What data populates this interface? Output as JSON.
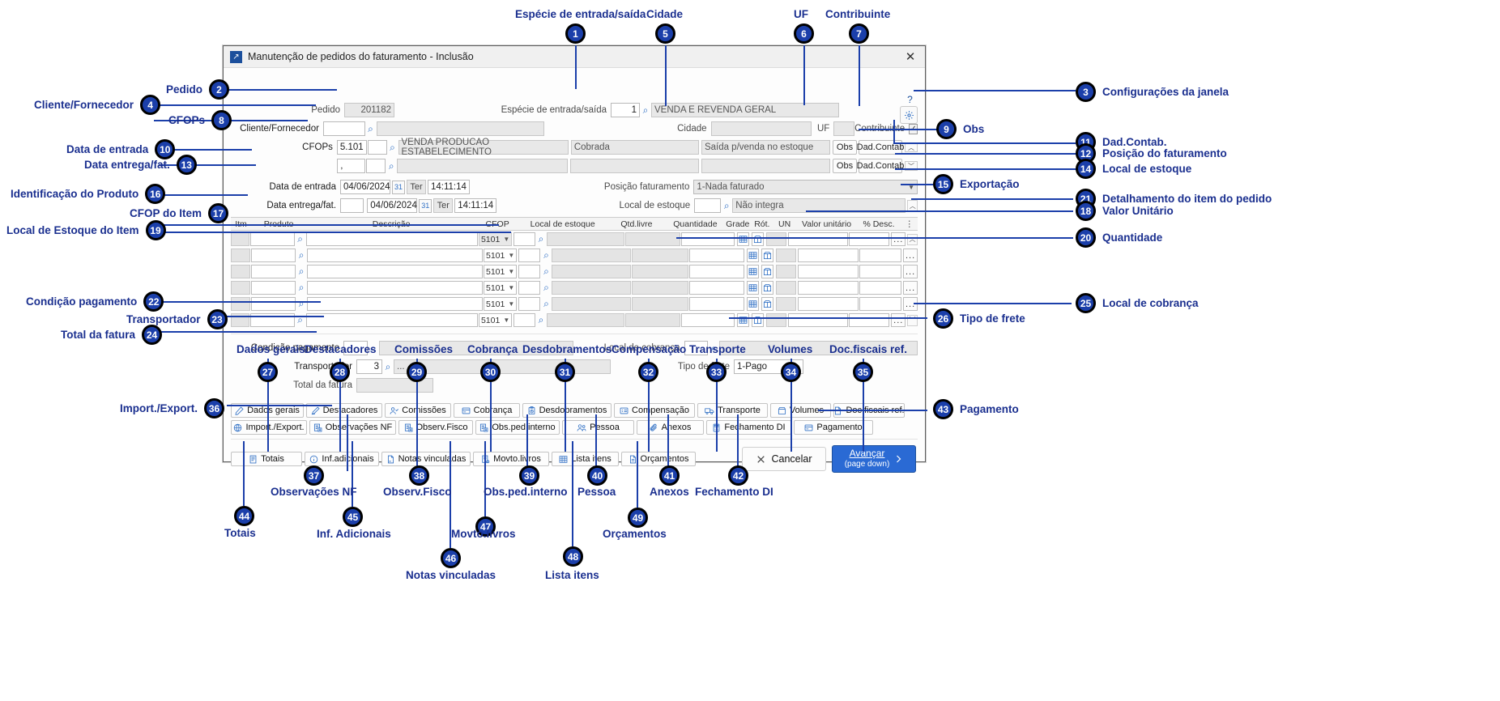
{
  "window": {
    "title": "Manutenção de pedidos do faturamento - Inclusão",
    "icon": "maximize-restore-icon",
    "close": "✕",
    "help_icon": "?",
    "gear_icon": "gear-icon"
  },
  "form": {
    "pedido_label": "Pedido",
    "pedido_value": "201182",
    "cliente_label": "Cliente/Fornecedor",
    "cliente_code": "",
    "cliente_desc": "",
    "cfops_label": "CFOPs",
    "cfop1_code": "5.101",
    "cfop1_sub": "",
    "cfop1_desc": "VENDA PRODUCAO ESTABELECIMENTO",
    "cfop1_mid": "Cobrada",
    "cfop1_right": "Saída p/venda no estoque",
    "cfop2_code": ",",
    "cfop2_sub": "",
    "cfop2_desc": "",
    "cfop2_mid": "",
    "cfop2_right": "",
    "obs_btn": "Obs",
    "dadcontab_btn": "Dad.Contab",
    "data_entrada_label": "Data de entrada",
    "data_entrada_value": "04/06/2024",
    "data_entrada_dow": "Ter",
    "data_entrada_time": "14:11:14",
    "data_entrega_label": "Data entrega/fat.",
    "data_entrega_extra": "",
    "data_entrega_value": "04/06/2024",
    "data_entrega_dow": "Ter",
    "data_entrega_time": "14:11:14",
    "especie_label": "Espécie de entrada/saída",
    "especie_code": "1",
    "especie_desc": "VENDA E REVENDA GERAL",
    "cidade_label": "Cidade",
    "cidade_value": "",
    "uf_label": "UF",
    "uf_value": "",
    "contribuinte_label": "Contribuinte",
    "contribuinte_checked": "✓",
    "posicao_label": "Posição faturamento",
    "posicao_value": "1-Nada faturado",
    "local_estoque_label": "Local de estoque",
    "local_estoque_code": "",
    "local_estoque_desc": "Não integra"
  },
  "grid": {
    "columns": [
      "Itm",
      "Produto",
      "Descrição",
      "CFOP",
      "Local de estoque",
      "Qtd.livre",
      "Quantidade",
      "Grade",
      "Rót.",
      "UN",
      "Valor unitário",
      "% Desc."
    ],
    "cfop_value": "5101",
    "dots": "...",
    "rows": [
      {
        "itm": "",
        "produto": "",
        "descricao": "",
        "cfop": "5101",
        "cfop_ro": true,
        "local": "",
        "local_desc": "",
        "qtdlivre": "",
        "quantidade": "",
        "un": "",
        "valor": "",
        "desc": ""
      },
      {
        "itm": "",
        "produto": "",
        "descricao": "",
        "cfop": "5101",
        "cfop_ro": false,
        "local": "",
        "local_desc": "",
        "qtdlivre": "",
        "quantidade": "",
        "un": "",
        "valor": "",
        "desc": ""
      },
      {
        "itm": "",
        "produto": "",
        "descricao": "",
        "cfop": "5101",
        "cfop_ro": false,
        "local": "",
        "local_desc": "",
        "qtdlivre": "",
        "quantidade": "",
        "un": "",
        "valor": "",
        "desc": ""
      },
      {
        "itm": "",
        "produto": "",
        "descricao": "",
        "cfop": "5101",
        "cfop_ro": false,
        "local": "",
        "local_desc": "",
        "qtdlivre": "",
        "quantidade": "",
        "un": "",
        "valor": "",
        "desc": ""
      },
      {
        "itm": "",
        "produto": "",
        "descricao": "",
        "cfop": "5101",
        "cfop_ro": false,
        "local": "",
        "local_desc": "",
        "qtdlivre": "",
        "quantidade": "",
        "un": "",
        "valor": "",
        "desc": ""
      },
      {
        "itm": "",
        "produto": "",
        "descricao": "",
        "cfop": "5101",
        "cfop_ro": false,
        "local": "",
        "local_desc": "",
        "qtdlivre": "",
        "quantidade": "",
        "un": "",
        "valor": "",
        "desc": ""
      }
    ]
  },
  "bottom_form": {
    "condicao_label": "Condição pagamento",
    "condicao_code": "",
    "condicao_desc": "",
    "transportador_label": "Transportador",
    "transportador_code": "3",
    "transportador_desc": "...",
    "total_label": "Total da fatura",
    "total_value": "",
    "local_cobranca_label": "Local de cobrança",
    "local_cobranca_code": "",
    "local_cobranca_desc": "",
    "tipo_frete_label": "Tipo de frete",
    "tipo_frete_value": "1-Pago"
  },
  "toolbar_row1": [
    {
      "label": "Dados gerais",
      "icon": "pencil-icon"
    },
    {
      "label": "Destacadores",
      "icon": "highlighter-icon"
    },
    {
      "label": "Comissões",
      "icon": "user-check-icon"
    },
    {
      "label": "Cobrança",
      "icon": "card-icon"
    },
    {
      "label": "Desdobramentos",
      "icon": "clipboard-clock-icon"
    },
    {
      "label": "Compensação",
      "icon": "money-list-icon"
    },
    {
      "label": "Transporte",
      "icon": "truck-icon"
    },
    {
      "label": "Volumes",
      "icon": "box-icon"
    },
    {
      "label": "Doc.fiscais ref.",
      "icon": "document-icon"
    }
  ],
  "toolbar_row2": [
    {
      "label": "Import./Export.",
      "icon": "globe-icon"
    },
    {
      "label": "Observações NF",
      "icon": "note-doc-icon"
    },
    {
      "label": "Observ.Fisco",
      "icon": "note-doc-icon"
    },
    {
      "label": "Obs.ped.interno",
      "icon": "note-doc-icon"
    },
    {
      "label": "Pessoa",
      "icon": "people-icon"
    },
    {
      "label": "Anexos",
      "icon": "paperclip-icon"
    },
    {
      "label": "Fechamento DI",
      "icon": "calculator-icon"
    },
    {
      "label": "Pagamento",
      "icon": "card-icon"
    }
  ],
  "toolbar_row3": [
    {
      "label": "Totais",
      "icon": "list-doc-icon"
    },
    {
      "label": "Inf.adicionais",
      "icon": "info-circle-icon"
    },
    {
      "label": "Notas vinculadas",
      "icon": "linked-doc-icon"
    },
    {
      "label": "Movto.livros",
      "icon": "book-gear-icon"
    },
    {
      "label": "Lista itens",
      "icon": "grid-icon"
    },
    {
      "label": "Orçamentos",
      "icon": "doc-icon"
    }
  ],
  "footer": {
    "cancel_label": "Cancelar",
    "cancel_icon": "x-icon",
    "advance_line1": "Avançar",
    "advance_line2": "(page down)",
    "advance_icon": "chevron-right-icon"
  },
  "annotations": {
    "left": [
      {
        "n": "2",
        "text": "Pedido"
      },
      {
        "n": "4",
        "text": "Cliente/Fornecedor"
      },
      {
        "n": "8",
        "text": "CFOPs"
      },
      {
        "n": "10",
        "text": "Data de entrada"
      },
      {
        "n": "13",
        "text": "Data entrega/fat."
      },
      {
        "n": "16",
        "text": "Identificação do Produto"
      },
      {
        "n": "17",
        "text": "CFOP do Item"
      },
      {
        "n": "19",
        "text": "Local de Estoque do Item"
      },
      {
        "n": "22",
        "text": "Condição pagamento"
      },
      {
        "n": "23",
        "text": "Transportador"
      },
      {
        "n": "24",
        "text": "Total da fatura"
      },
      {
        "n": "36",
        "text": "Import./Export."
      }
    ],
    "right": [
      {
        "n": "3",
        "text": "Configurações da janela"
      },
      {
        "n": "9",
        "text": "Obs"
      },
      {
        "n": "11",
        "text": "Dad.Contab."
      },
      {
        "n": "12",
        "text": "Posição do faturamento"
      },
      {
        "n": "14",
        "text": "Local de estoque"
      },
      {
        "n": "15",
        "text": "Exportação"
      },
      {
        "n": "21",
        "text": "Detalhamento do item do pedido"
      },
      {
        "n": "18",
        "text": "Valor Unitário"
      },
      {
        "n": "20",
        "text": "Quantidade"
      },
      {
        "n": "25",
        "text": "Local de cobrança"
      },
      {
        "n": "26",
        "text": "Tipo de frete"
      },
      {
        "n": "43",
        "text": "Pagamento"
      }
    ],
    "top": [
      {
        "n": "1",
        "text": "Espécie de entrada/saída"
      },
      {
        "n": "5",
        "text": "Cidade"
      },
      {
        "n": "6",
        "text": "UF"
      },
      {
        "n": "7",
        "text": "Contribuinte"
      }
    ],
    "above_buttons": [
      {
        "n": "27",
        "text": "Dados gerais"
      },
      {
        "n": "28",
        "text": "Destacadores"
      },
      {
        "n": "29",
        "text": "Comissões"
      },
      {
        "n": "30",
        "text": "Cobrança"
      },
      {
        "n": "31",
        "text": "Desdobramentos"
      },
      {
        "n": "32",
        "text": "Compensação"
      },
      {
        "n": "33",
        "text": "Transporte"
      },
      {
        "n": "34",
        "text": "Volumes"
      },
      {
        "n": "35",
        "text": "Doc.fiscais ref."
      }
    ],
    "below": [
      {
        "n": "37",
        "text": "Observações NF"
      },
      {
        "n": "38",
        "text": "Observ.Fisco"
      },
      {
        "n": "39",
        "text": "Obs.ped.interno"
      },
      {
        "n": "40",
        "text": "Pessoa"
      },
      {
        "n": "41",
        "text": "Anexos"
      },
      {
        "n": "42",
        "text": "Fechamento DI"
      },
      {
        "n": "44",
        "text": "Totais"
      },
      {
        "n": "45",
        "text": "Inf. Adicionais"
      },
      {
        "n": "46",
        "text": "Notas vinculadas"
      },
      {
        "n": "47",
        "text": "Movto.livros"
      },
      {
        "n": "48",
        "text": "Lista itens"
      },
      {
        "n": "49",
        "text": "Orçamentos"
      }
    ]
  },
  "colors": {
    "accent": "#1b3faa",
    "primary_button": "#2a6ad4",
    "icon_blue": "#2f6fc4"
  }
}
